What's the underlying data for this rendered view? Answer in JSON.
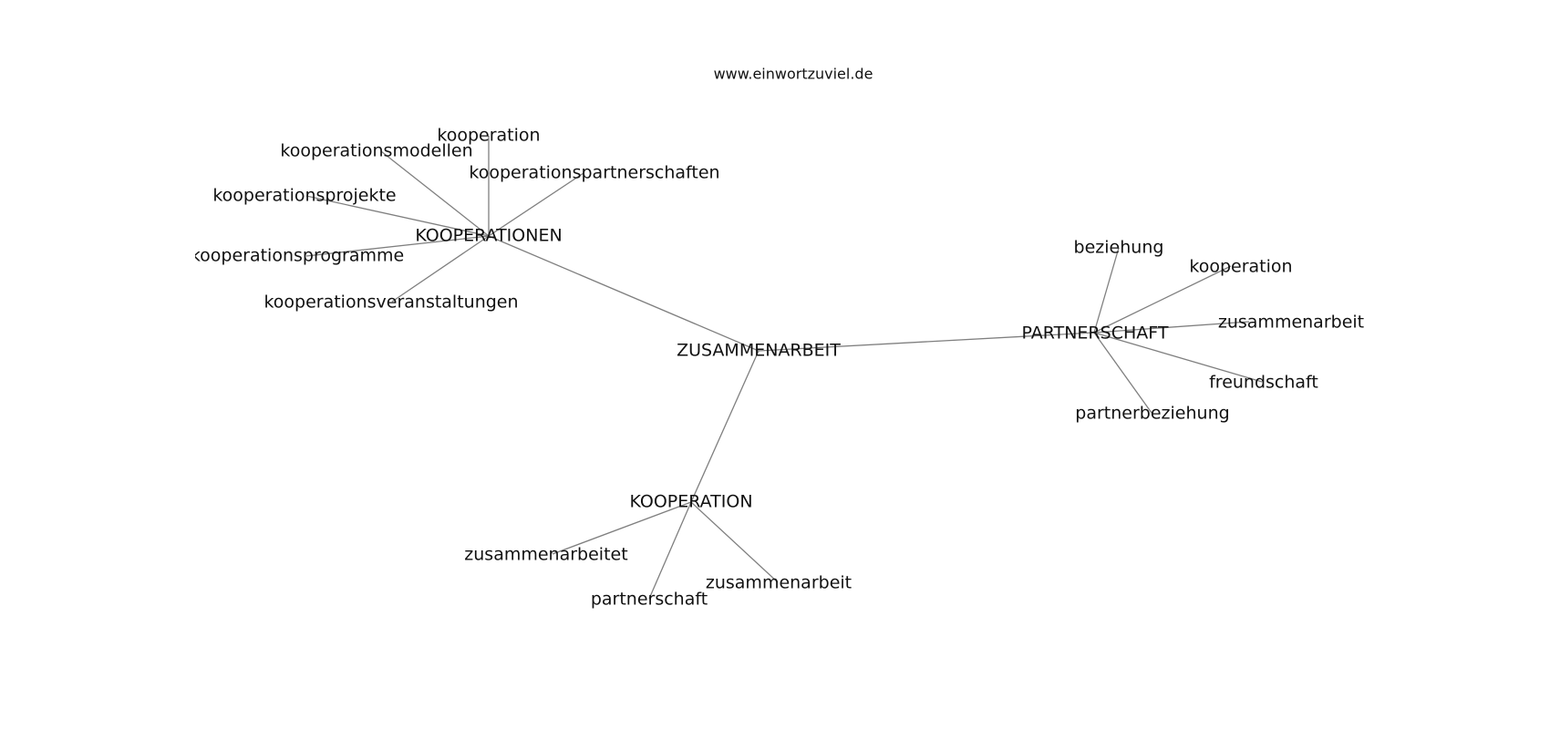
{
  "diagram": {
    "source": "www.einwortzuviel.de",
    "root": {
      "id": "root",
      "label": "ZUSAMMENARBEIT"
    },
    "hubs": [
      {
        "id": "kooperationen",
        "label": "KOOPERATIONEN",
        "children": [
          {
            "id": "k1",
            "label": "kooperation"
          },
          {
            "id": "k2",
            "label": "kooperationsmodellen"
          },
          {
            "id": "k3",
            "label": "kooperationspartnerschaften"
          },
          {
            "id": "k4",
            "label": "kooperationsprojekte"
          },
          {
            "id": "k5",
            "label": "kooperationsprogramme"
          },
          {
            "id": "k6",
            "label": "kooperationsveranstaltungen"
          }
        ]
      },
      {
        "id": "partnerschaft",
        "label": "PARTNERSCHAFT",
        "children": [
          {
            "id": "p1",
            "label": "beziehung"
          },
          {
            "id": "p2",
            "label": "kooperation"
          },
          {
            "id": "p3",
            "label": "zusammenarbeit"
          },
          {
            "id": "p4",
            "label": "freundschaft"
          },
          {
            "id": "p5",
            "label": "partnerbeziehung"
          }
        ]
      },
      {
        "id": "kooperation",
        "label": "KOOPERATION",
        "children": [
          {
            "id": "c1",
            "label": "zusammenarbeitet"
          },
          {
            "id": "c2",
            "label": "zusammenarbeit"
          },
          {
            "id": "c3",
            "label": "partnerschaft"
          }
        ]
      }
    ]
  }
}
